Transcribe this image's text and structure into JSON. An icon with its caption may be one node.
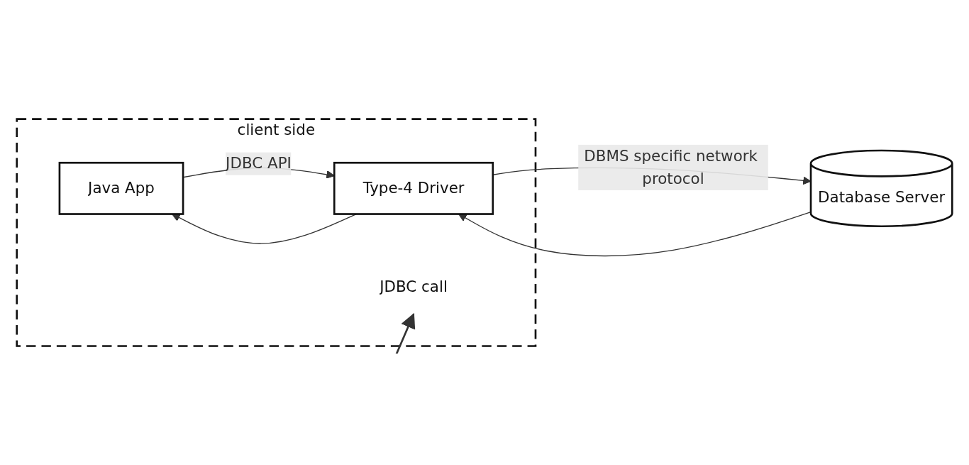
{
  "diagram": {
    "nodes": [
      {
        "text": [
          "client side"
        ]
      },
      {
        "text": [
          "Java App"
        ],
        "in": 0
      },
      {
        "text": [
          "Type-4 Driver"
        ],
        "in": 0
      },
      {
        "text": [
          "Database Server"
        ]
      },
      {
        "text": [
          "JDBC call"
        ],
        "in": 0
      }
    ],
    "edges": [
      {
        "from": 1,
        "to": 2,
        "arrow": "to",
        "label": "JDBC API"
      },
      {
        "from": 2,
        "to": 1,
        "arrow": "to"
      },
      {
        "from": 2,
        "to": 3,
        "arrow": "to",
        "label": "DBMS specific network protocol"
      },
      {
        "from": 3,
        "to": 2,
        "arrow": "to"
      },
      {
        "from": null,
        "to": 4,
        "arrow": "to"
      }
    ]
  }
}
